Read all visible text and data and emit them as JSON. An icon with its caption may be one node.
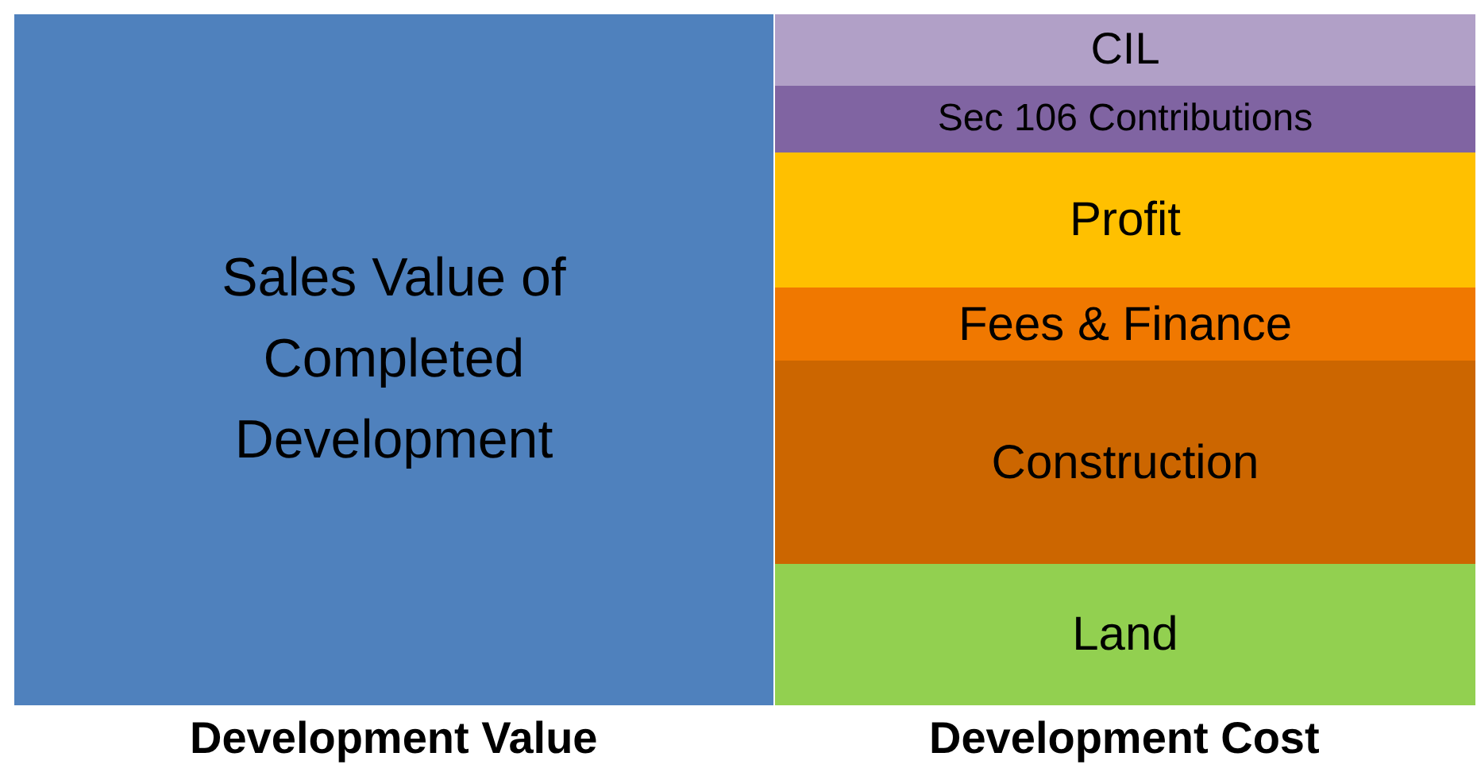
{
  "diagram": {
    "nodes": [
      {
        "text": [
          "Sales Value of Completed Development"
        ]
      },
      {
        "text": [
          "CIL"
        ]
      },
      {
        "text": [
          "Sec 106 Contributions"
        ]
      },
      {
        "text": [
          "Profit"
        ]
      },
      {
        "text": [
          "Fees & Finance"
        ]
      },
      {
        "text": [
          "Construction"
        ]
      },
      {
        "text": [
          "Land"
        ]
      }
    ],
    "labels": [
      "Development Value",
      "Development Cost"
    ]
  }
}
